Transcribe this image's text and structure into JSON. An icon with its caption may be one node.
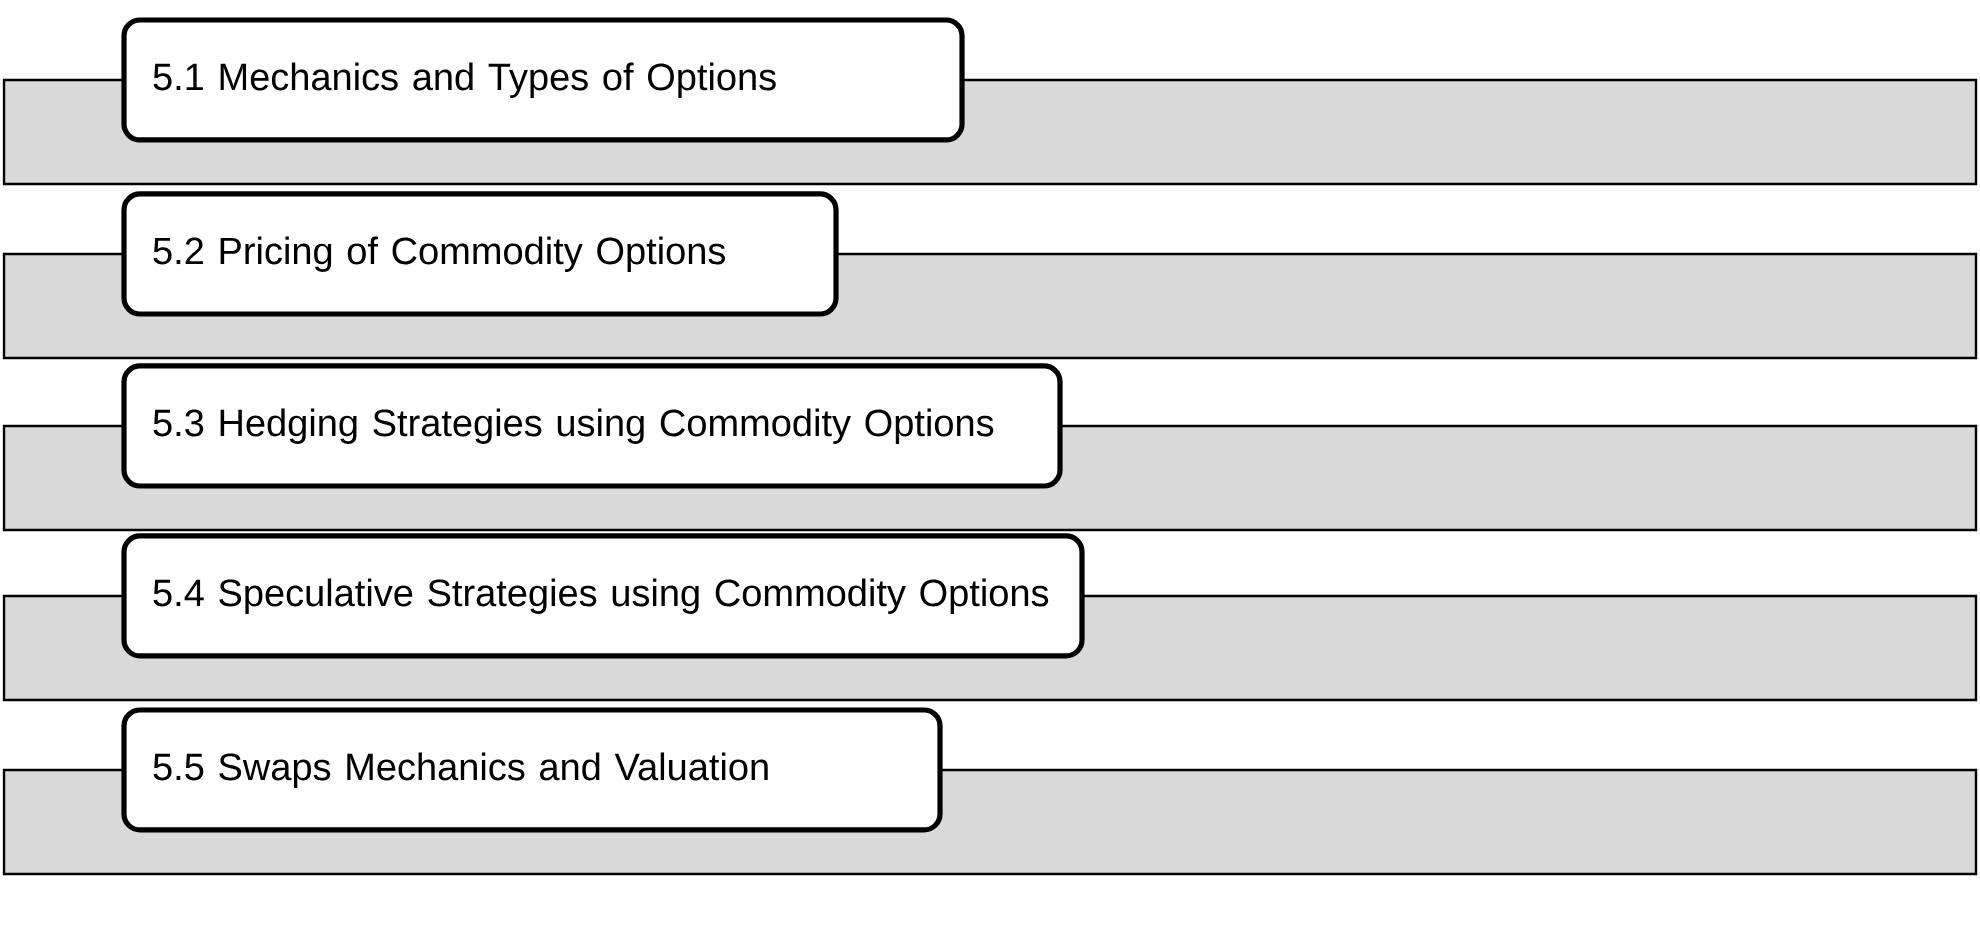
{
  "diagram": {
    "nodes": [
      {
        "text": [
          "5.1 Mechanics and Types of Options"
        ]
      },
      {
        "text": [
          "5.2 Pricing of Commodity Options"
        ]
      },
      {
        "text": [
          "5.3 Hedging Strategies using Commodity Options"
        ]
      },
      {
        "text": [
          "5.4 Speculative Strategies using Commodity Options"
        ]
      },
      {
        "text": [
          "5.5 Swaps Mechanics and Valuation"
        ]
      }
    ]
  }
}
